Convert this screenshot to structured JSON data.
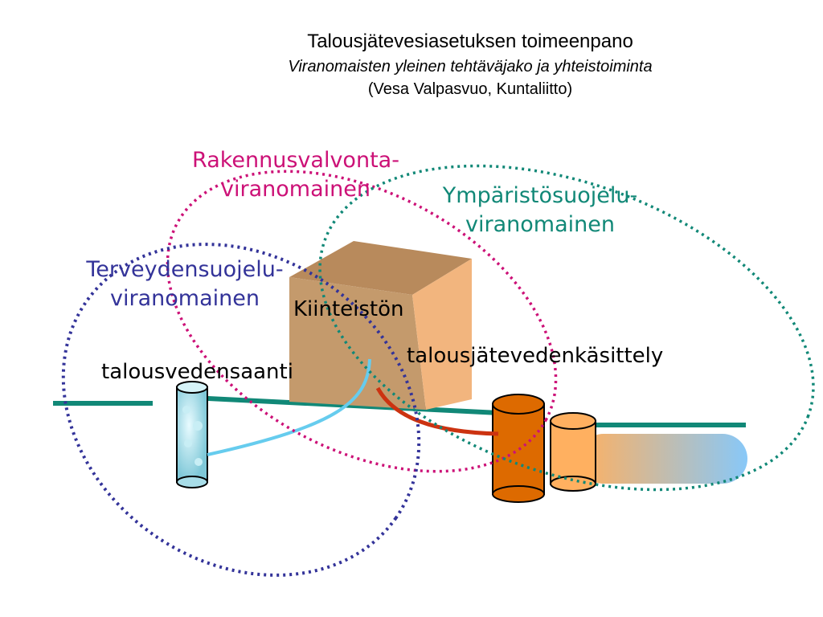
{
  "title": "Talousjätevesiasetuksen toimeenpano",
  "subtitle": "Viranomaisten yleinen tehtäväjako ja yhteistoiminta",
  "author": "(Vesa Valpasvuo, Kuntaliitto)",
  "authorities": {
    "building": {
      "line1": "Rakennusvalvonta-",
      "line2": "viranomainen",
      "color": "#cc1177"
    },
    "environment": {
      "line1": "Ympäristösuojelu-",
      "line2": "viranomainen",
      "color": "#118877"
    },
    "health": {
      "line1": "Terveydensuojelu-",
      "line2": "viranomainen",
      "color": "#333399"
    }
  },
  "labels": {
    "property": "Kiinteistön",
    "wastewater": "talousjätevedenkäsittely",
    "water_supply": "talousvedensaanti"
  },
  "colors": {
    "box_front": "#c49a6c",
    "box_top": "#b88a5c",
    "box_side": "#f2b57e",
    "pipe": "#118877",
    "tank_dark": "#dd6a00",
    "tank_light": "#ffb060",
    "well": "#a8dde8",
    "water_line": "#66ccee",
    "waste_line": "#cc3311"
  }
}
